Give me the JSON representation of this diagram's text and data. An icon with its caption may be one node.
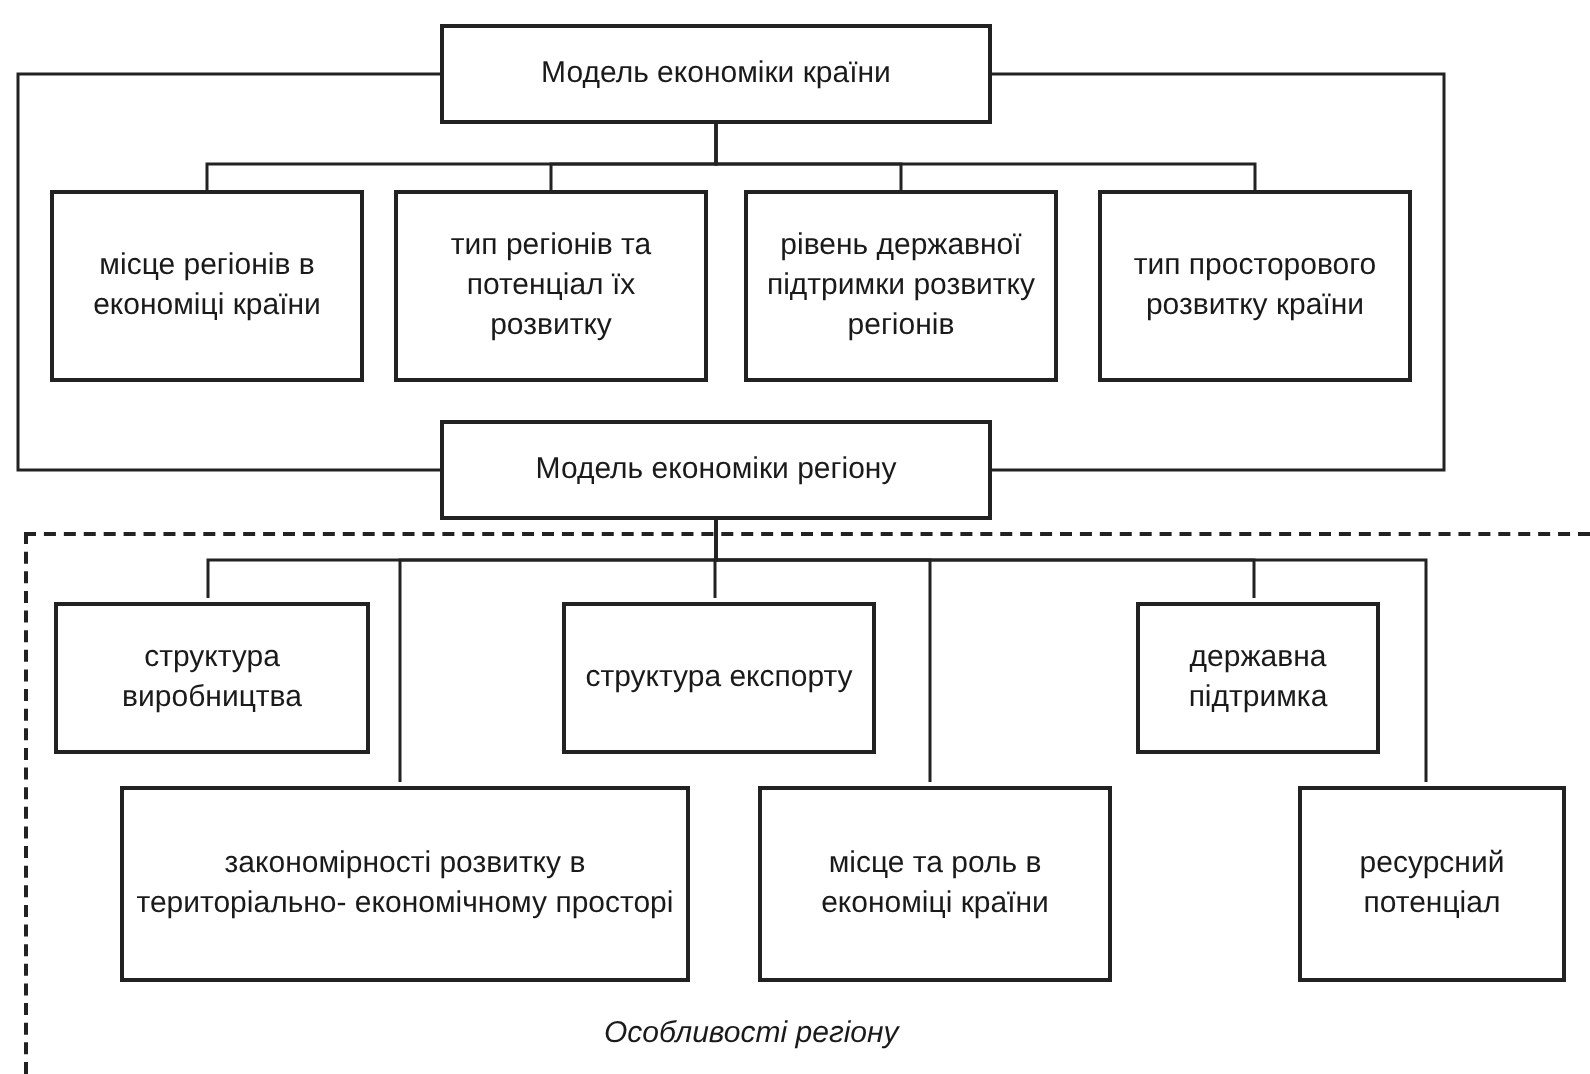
{
  "diagram": {
    "nodes": [
      {
        "text": [
          "Модель економіки країни"
        ]
      },
      {
        "text": [
          "місце регіонів в економіці країни"
        ]
      },
      {
        "text": [
          "тип регіонів та потенціал їх розвитку"
        ]
      },
      {
        "text": [
          "рівень державної підтримки розвитку регіонів"
        ]
      },
      {
        "text": [
          "тип просторового розвитку країни"
        ]
      },
      {
        "text": [
          "Модель економіки регіону"
        ]
      },
      {
        "text": [
          "Особливості регіону"
        ]
      },
      {
        "text": [
          "структура виробництва"
        ],
        "in": 6
      },
      {
        "text": [
          "структура експорту"
        ],
        "in": 6
      },
      {
        "text": [
          "державна підтримка"
        ],
        "in": 6
      },
      {
        "text": [
          "закономірності розвитку в територіально- економічному просторі"
        ],
        "in": 6
      },
      {
        "text": [
          "місце та роль в економіці країни"
        ],
        "in": 6
      },
      {
        "text": [
          "ресурсний потенціал"
        ],
        "in": 6
      }
    ],
    "edges": [
      {
        "from": 0,
        "to": 5,
        "arrow": "none"
      },
      {
        "from": 0,
        "to": 5,
        "arrow": "none"
      },
      {
        "from": 0,
        "to": 1,
        "arrow": "none"
      },
      {
        "from": 0,
        "to": 2,
        "arrow": "none"
      },
      {
        "from": 0,
        "to": 3,
        "arrow": "none"
      },
      {
        "from": 0,
        "to": 4,
        "arrow": "none"
      },
      {
        "from": 5,
        "to": 7,
        "arrow": "none"
      },
      {
        "from": 5,
        "to": 8,
        "arrow": "none"
      },
      {
        "from": 5,
        "to": 9,
        "arrow": "none"
      },
      {
        "from": 5,
        "to": 10,
        "arrow": "none"
      },
      {
        "from": 5,
        "to": 11,
        "arrow": "none"
      },
      {
        "from": 5,
        "to": 12,
        "arrow": "none"
      }
    ]
  }
}
